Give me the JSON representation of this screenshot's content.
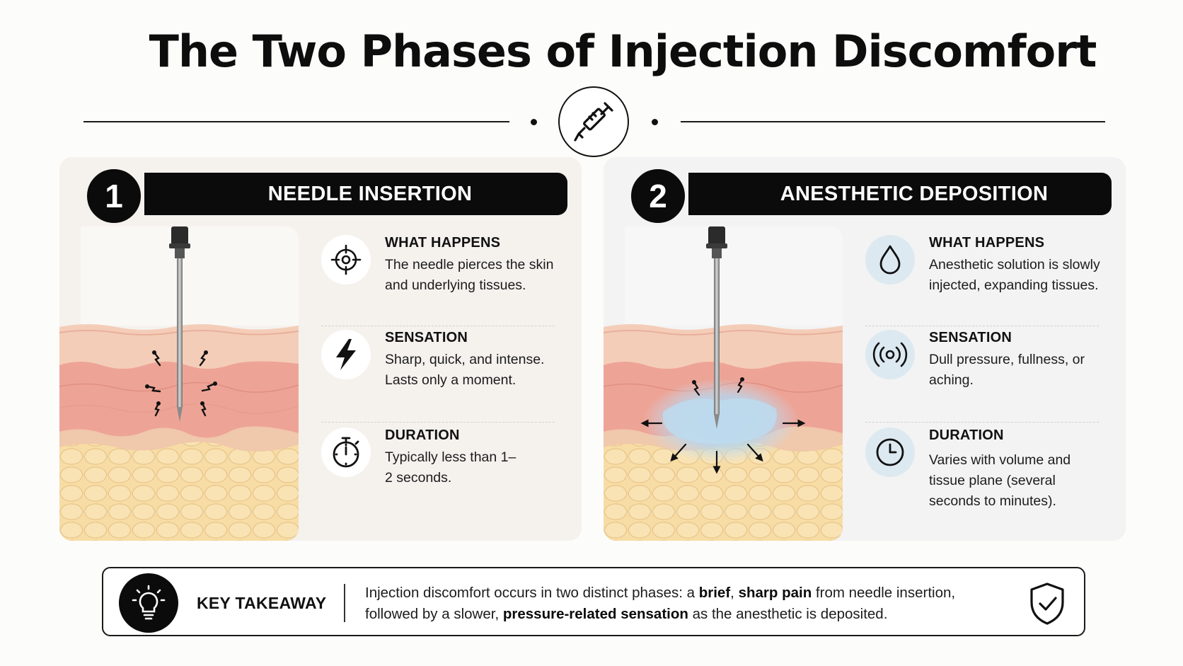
{
  "title": "The Two Phases of Injection Discomfort",
  "icons": {
    "header": "syringe-icon",
    "takeaway": "lightbulb-icon",
    "seal": "shield-check-icon"
  },
  "colors": {
    "ink": "#0b0b0b",
    "skin_epidermis": "#f3cdb9",
    "skin_dermis": "#eea598",
    "fat": "#f6dca3",
    "anesthetic": "#bfdbee",
    "icon_bg_phase2": "#dde9f1"
  },
  "phases": [
    {
      "number": "1",
      "title": "NEEDLE INSERTION",
      "items": [
        {
          "icon": "crosshair-icon",
          "heading": "WHAT HAPPENS",
          "text": "The needle pierces the skin and underlying tissues."
        },
        {
          "icon": "lightning-bolt-icon",
          "heading": "SENSATION",
          "text": "Sharp, quick, and intense. Lasts only a moment."
        },
        {
          "icon": "stopwatch-icon",
          "heading": "DURATION",
          "text": "Typically less than 1–2 seconds."
        }
      ]
    },
    {
      "number": "2",
      "title": "ANESTHETIC DEPOSITION",
      "items": [
        {
          "icon": "droplet-icon",
          "heading": "WHAT HAPPENS",
          "text": "Anesthetic solution is slowly injected, expanding tissues."
        },
        {
          "icon": "pressure-waves-icon",
          "heading": "SENSATION",
          "text": "Dull pressure, fullness, or aching."
        },
        {
          "icon": "clock-icon",
          "heading": "DURATION",
          "text": "Varies with volume and tissue plane (several seconds to minutes)."
        }
      ]
    }
  ],
  "takeaway": {
    "label": "KEY TAKEAWAY",
    "text_1": "Injection discomfort occurs in two distinct phases: a ",
    "bold_1": "brief",
    "text_2": ", ",
    "bold_2": "sharp pain",
    "text_3": " from needle insertion, followed by a slower, ",
    "bold_3": "pressure-related sensation",
    "text_4": " as the anesthetic is deposited."
  }
}
